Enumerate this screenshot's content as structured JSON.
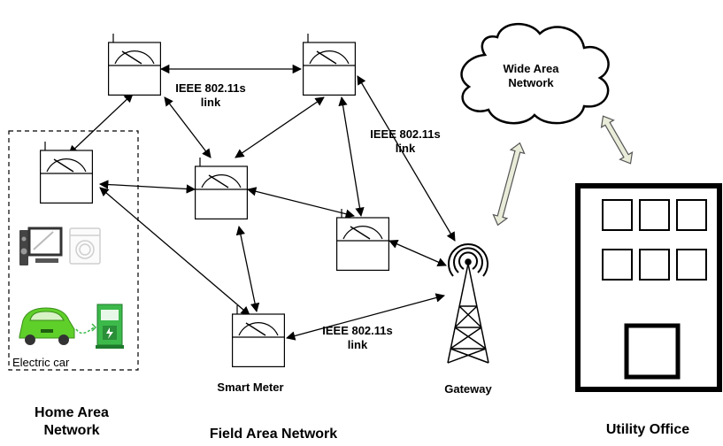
{
  "diagram": {
    "link_label": "IEEE 802.11s link",
    "link_label_lines": [
      "IEEE 802.11s",
      "link"
    ],
    "wan_label_lines": [
      "Wide Area",
      "Network"
    ],
    "smart_meter_label": "Smart Meter",
    "gateway_label": "Gateway",
    "electric_car_label": "Electric car",
    "home_area_lines": [
      "Home Area",
      "Network"
    ],
    "field_area_label": "Field Area Network",
    "utility_office_label": "Utility Office"
  },
  "colors": {
    "line": "#000000",
    "wan_arrow_fill": "#e9ecd9",
    "car_green": "#5fcf2a",
    "charger_green": "#3cb94a"
  },
  "icons": [
    "smart-meter-icon",
    "cloud-icon",
    "tower-icon",
    "building-icon",
    "tv-icon",
    "washer-icon",
    "car-icon",
    "charger-icon"
  ]
}
